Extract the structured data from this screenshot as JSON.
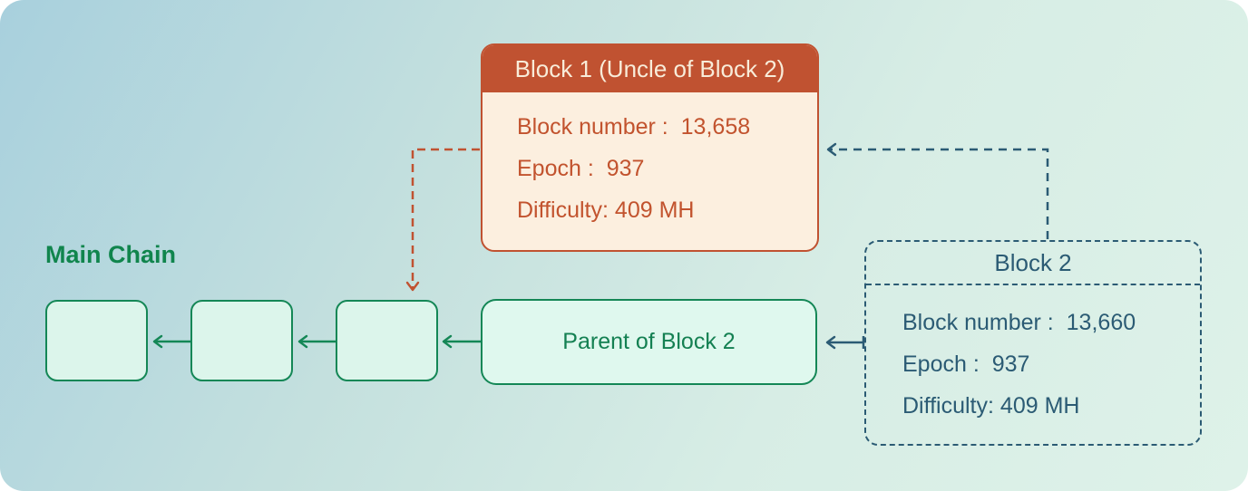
{
  "main_chain": {
    "label": "Main Chain"
  },
  "chain": {
    "block_count": 3
  },
  "parent_block": {
    "label": "Parent of Block 2"
  },
  "block1": {
    "title": "Block 1 (Uncle of Block 2)",
    "fields": [
      {
        "label": "Block number",
        "sep": " :  ",
        "value": "13,658"
      },
      {
        "label": "Epoch",
        "sep": " :  ",
        "value": "937"
      },
      {
        "label": "Difficulty",
        "sep": ": ",
        "value": "409 MH"
      }
    ]
  },
  "block2": {
    "title": "Block 2",
    "fields": [
      {
        "label": "Block number",
        "sep": " :  ",
        "value": "13,660"
      },
      {
        "label": "Epoch",
        "sep": " :  ",
        "value": "937"
      },
      {
        "label": "Difficulty",
        "sep": ": ",
        "value": "409 MH"
      }
    ]
  },
  "colors": {
    "chain_green": "#148756",
    "chain_fill": "#dcf5eb",
    "uncle_rust": "#c05231",
    "uncle_body": "#fcefdf",
    "navy": "#2b5b74",
    "background_start": "#a8d0dd",
    "background_end": "#def2e9",
    "main_chain_text": "#10854d"
  }
}
